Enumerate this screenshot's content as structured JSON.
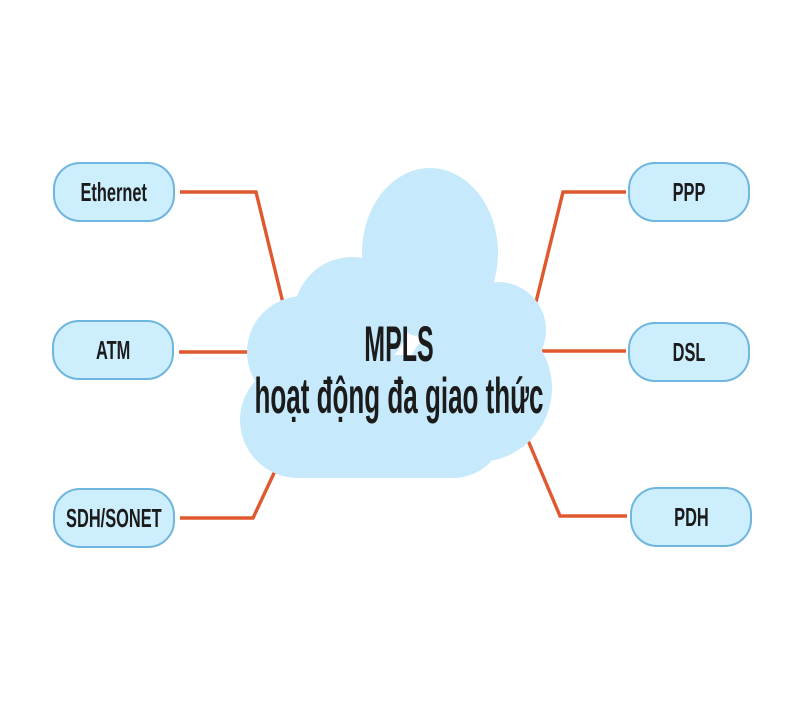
{
  "diagram": {
    "cloud": {
      "title": "MPLS",
      "subtitle": "hoạt động đa giao thức"
    },
    "left_nodes": [
      {
        "label": "Ethernet"
      },
      {
        "label": "ATM"
      },
      {
        "label": "SDH/SONET"
      }
    ],
    "right_nodes": [
      {
        "label": "PPP"
      },
      {
        "label": "DSL"
      },
      {
        "label": "PDH"
      }
    ],
    "colors": {
      "background": "#ffffff",
      "cloud_fill": "#c6e9fb",
      "node_fill": "#cdeefc",
      "node_border": "#6fb6de",
      "connector": "#e0582e",
      "text": "#1b1b1b"
    }
  }
}
